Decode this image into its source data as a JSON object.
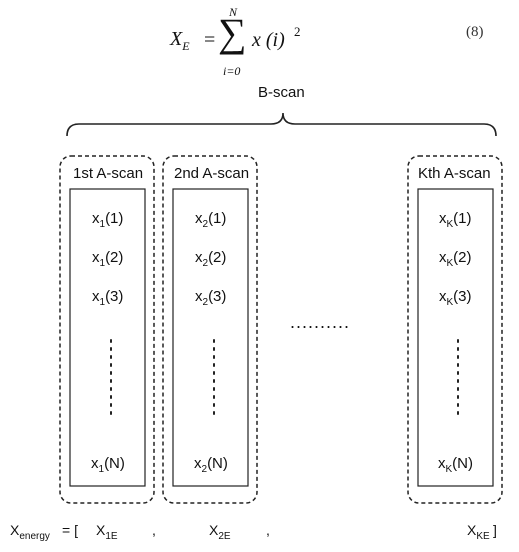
{
  "equation": {
    "lhs_symbol": "X",
    "lhs_sub": "E",
    "equals": "=",
    "sum_symbol": "∑",
    "sum_upper": "N",
    "sum_lower": "i=0",
    "term": "x (i)",
    "power": "2",
    "number": "(8)"
  },
  "bscan_label": "B-scan",
  "columns": [
    {
      "title": "1st A-scan",
      "entries": [
        {
          "base": "x",
          "sub": "1",
          "arg": "(1)"
        },
        {
          "base": "x",
          "sub": "1",
          "arg": "(2)"
        },
        {
          "base": "x",
          "sub": "1",
          "arg": "(3)"
        },
        {
          "base": "x",
          "sub": "1",
          "arg": "(N)"
        }
      ]
    },
    {
      "title": "2nd A-scan",
      "entries": [
        {
          "base": "x",
          "sub": "2",
          "arg": "(1)"
        },
        {
          "base": "x",
          "sub": "2",
          "arg": "(2)"
        },
        {
          "base": "x",
          "sub": "2",
          "arg": "(3)"
        },
        {
          "base": "x",
          "sub": "2",
          "arg": "(N)"
        }
      ]
    },
    {
      "title": "Kth A-scan",
      "entries": [
        {
          "base": "x",
          "sub": "K",
          "arg": "(1)"
        },
        {
          "base": "x",
          "sub": "K",
          "arg": "(2)"
        },
        {
          "base": "x",
          "sub": "K",
          "arg": "(3)"
        },
        {
          "base": "x",
          "sub": "K",
          "arg": "(N)"
        }
      ]
    }
  ],
  "ellipsis": "..........",
  "energy": {
    "label_base": "X",
    "label_sub": "energy",
    "equals_open": "= [",
    "items": [
      {
        "base": "X",
        "sub": "1E"
      },
      {
        "base": "X",
        "sub": "2E"
      },
      {
        "base": "X",
        "sub": "KE"
      }
    ],
    "separator": ",",
    "close": "]"
  }
}
